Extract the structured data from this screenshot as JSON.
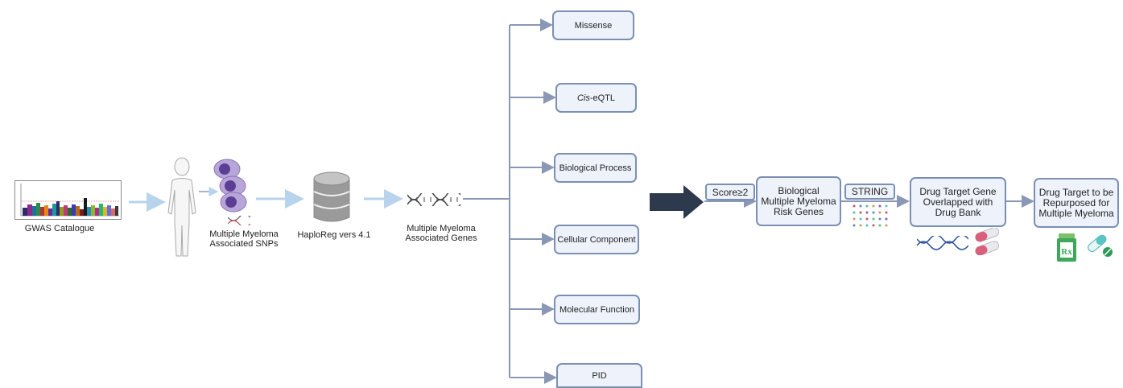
{
  "inputs": {
    "gwas_label": "GWAS Catalogue",
    "snps_label": [
      "Multiple Myeloma",
      "Associated SNPs"
    ],
    "haploreg_label": "HaploReg vers 4.1",
    "genes_label": [
      "Multiple Myeloma",
      "Associated Genes"
    ]
  },
  "categories": [
    {
      "label": "Missense"
    },
    {
      "label_italic": "Cis",
      "label_rest": "-eQTL"
    },
    {
      "label": "Biological Process"
    },
    {
      "label": "Cellular Component"
    },
    {
      "label": "Molecular Function"
    },
    {
      "label": "PID"
    }
  ],
  "pipeline": {
    "score": "Score≥2",
    "risk_genes": "Biological Multiple Myeloma Risk Genes",
    "string": "STRING",
    "drug_target_gene": "Drug Target Gene Overlapped with Drug Bank",
    "repurpose": "Drug Target to be Repurposed for Multiple Myeloma",
    "rx_symbol": "Rx"
  },
  "colors": {
    "box_fill": "#eef3fb",
    "box_border": "#7b8fb3",
    "connector": "#8a97b5",
    "flow_arrow": "#b8d3ec",
    "big_arrow": "#2d3a4e"
  }
}
